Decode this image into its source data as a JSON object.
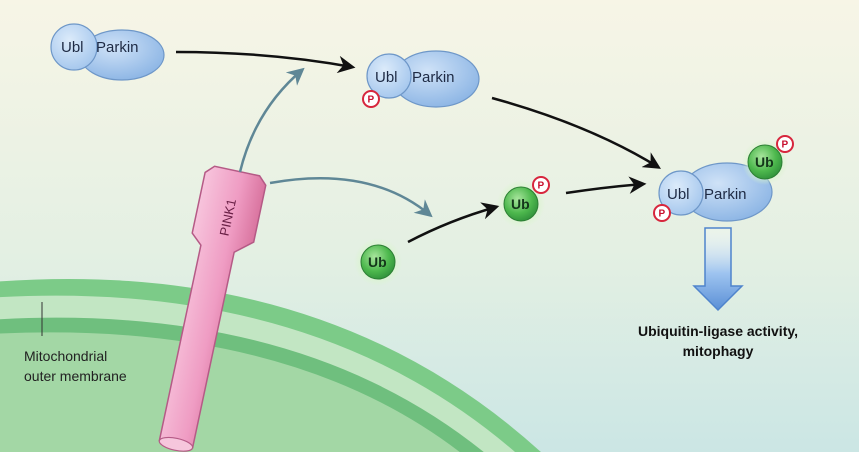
{
  "labels": {
    "ubl": "Ubl",
    "parkin": "Parkin",
    "phospho": "P",
    "ubiquitin": "Ub",
    "pink1": "PINK1",
    "membrane_line1": "Mitochondrial",
    "membrane_line2": "outer membrane",
    "outcome_line1": "Ubiquitin-ligase activity,",
    "outcome_line2": "mitophagy"
  },
  "colors": {
    "parkin_fill": "#9fc3ec",
    "ubiquitin_fill": "#4db84d",
    "pink1_fill": "#f0a2c8",
    "phospho_ring": "#d7263d",
    "membrane": "#5bb86e",
    "arrow_dark": "#111111",
    "arrow_slate": "#5f8796",
    "outcome_arrow": "#5a8fd6"
  }
}
